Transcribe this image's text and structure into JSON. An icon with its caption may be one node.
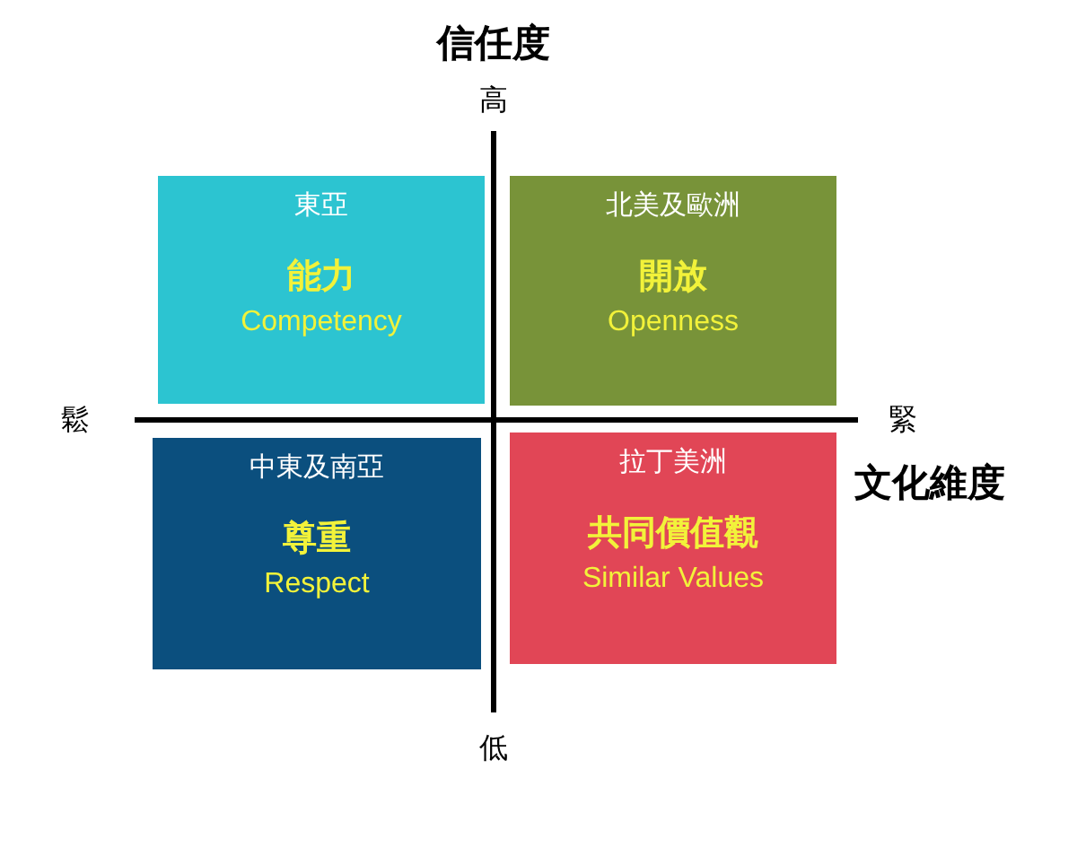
{
  "diagram": {
    "nodes": [
      {
        "text": [
          "東亞",
          "能力",
          "Competency"
        ]
      },
      {
        "text": [
          "北美及歐洲",
          "開放",
          "Openness"
        ]
      },
      {
        "text": [
          "中東及南亞",
          "尊重",
          "Respect"
        ]
      },
      {
        "text": [
          "拉丁美洲",
          "共同價值觀",
          "Similar Values"
        ]
      }
    ],
    "labels": [
      "信任度",
      "高",
      "鬆",
      "緊",
      "文化維度",
      "低"
    ]
  }
}
